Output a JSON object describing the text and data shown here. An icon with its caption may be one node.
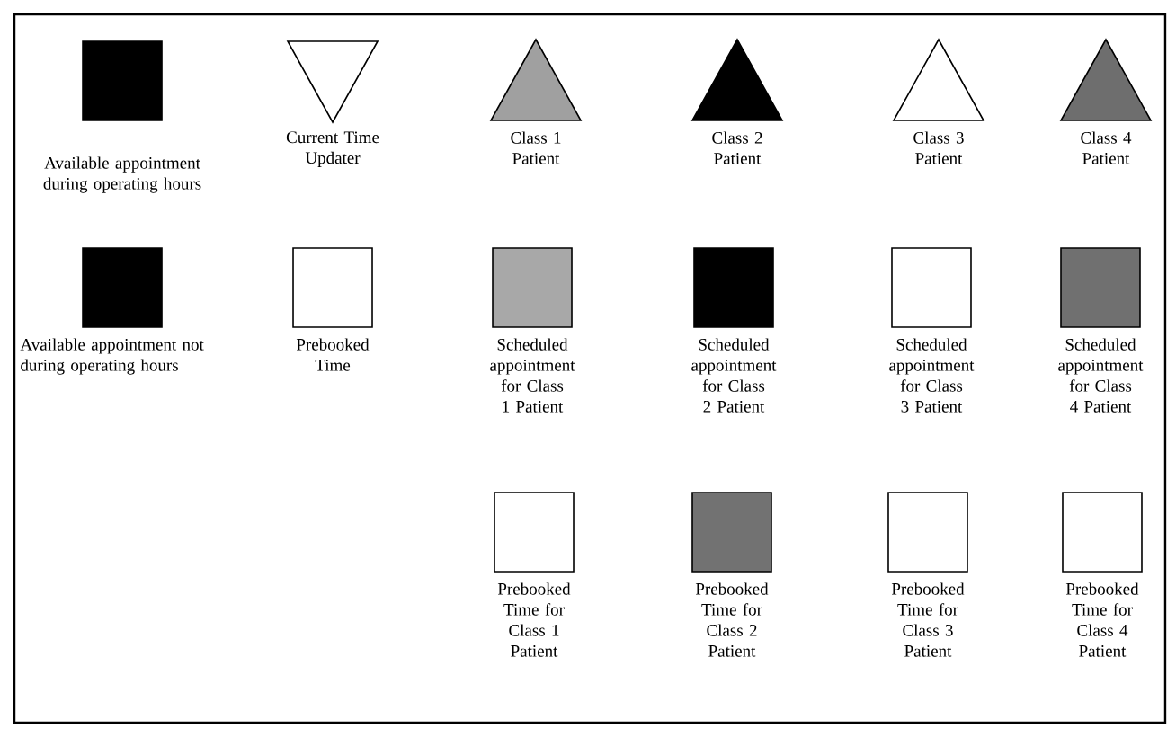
{
  "diagram": {
    "legend": [
      {
        "text": "Available appointment during operating hours",
        "color": "#000000"
      },
      {
        "text": "Current Time Updater"
      },
      {
        "text": "Class 1 Patient",
        "color": "#a0a0a0"
      },
      {
        "text": "Class 2 Patient",
        "color": "#000000"
      },
      {
        "text": "Class 3 Patient"
      },
      {
        "text": "Class 4 Patient",
        "color": "#6e6e6e"
      },
      {
        "text": "Available appointment not during operating hours",
        "color": "#000000"
      },
      {
        "text": "Prebooked Time"
      },
      {
        "text": "Scheduled appointment for Class 1 Patient",
        "color": "#a8a8a8"
      },
      {
        "text": "Scheduled appointment for Class 2 Patient",
        "color": "#000000"
      },
      {
        "text": "Scheduled appointment for Class 3 Patient"
      },
      {
        "text": "Scheduled appointment for Class 4 Patient",
        "color": "#707070"
      },
      {
        "text": "Prebooked Time for Class 1 Patient"
      },
      {
        "text": "Prebooked Time for Class 2 Patient",
        "color": "#727272"
      },
      {
        "text": "Prebooked Time for Class 3 Patient"
      },
      {
        "text": "Prebooked Time for Class 4 Patient"
      }
    ]
  }
}
